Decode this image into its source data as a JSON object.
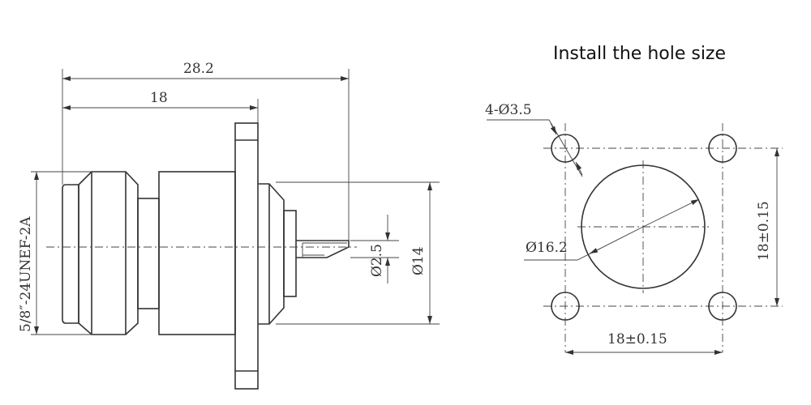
{
  "title": "Install the hole size",
  "connector_view": {
    "overall_length": "28.2",
    "flange_offset": "18",
    "thread_spec": "5/8″-24UNEF-2A",
    "pin_diameter": "Ø2.5",
    "body_diameter": "Ø14"
  },
  "hole_pattern": {
    "mount_holes": "4-Ø3.5",
    "center_hole": "Ø16.2",
    "vertical_spacing": "18±0.15",
    "horizontal_spacing": "18±0.15"
  }
}
